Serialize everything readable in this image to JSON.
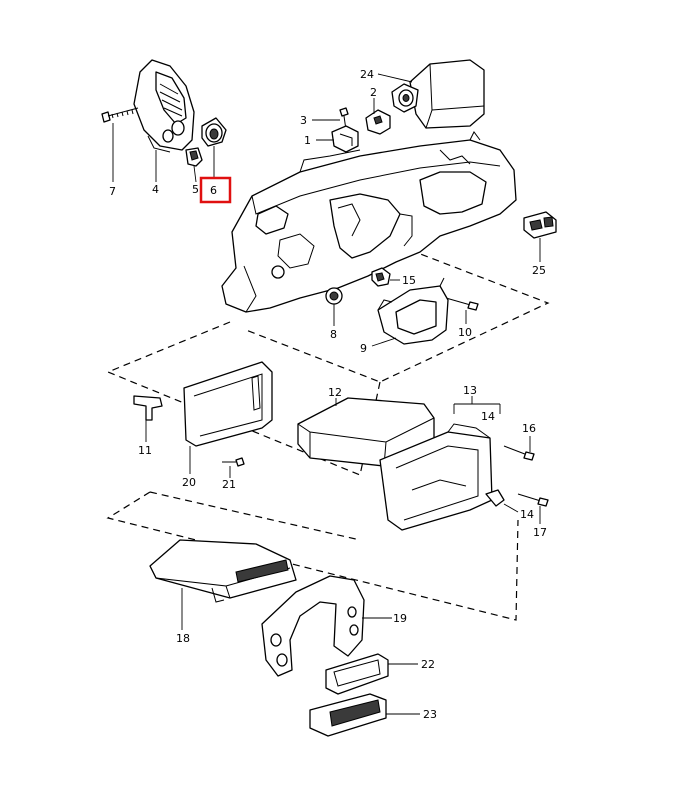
{
  "diagram": {
    "highlight_color": "#e01010",
    "line_color": "#000000",
    "background": "#ffffff",
    "callouts": {
      "c1": "1",
      "c2": "2",
      "c3": "3",
      "c4": "4",
      "c5": "5",
      "c6": "6",
      "c7": "7",
      "c8": "8",
      "c9": "9",
      "c10": "10",
      "c11": "11",
      "c12": "12",
      "c13": "13",
      "c14a": "14",
      "c14b": "14",
      "c15": "15",
      "c16": "16",
      "c17": "17",
      "c18": "18",
      "c19": "19",
      "c20": "20",
      "c21": "21",
      "c22": "22",
      "c23": "23",
      "c24": "24",
      "c25": "25"
    },
    "highlighted_callout": "6"
  }
}
